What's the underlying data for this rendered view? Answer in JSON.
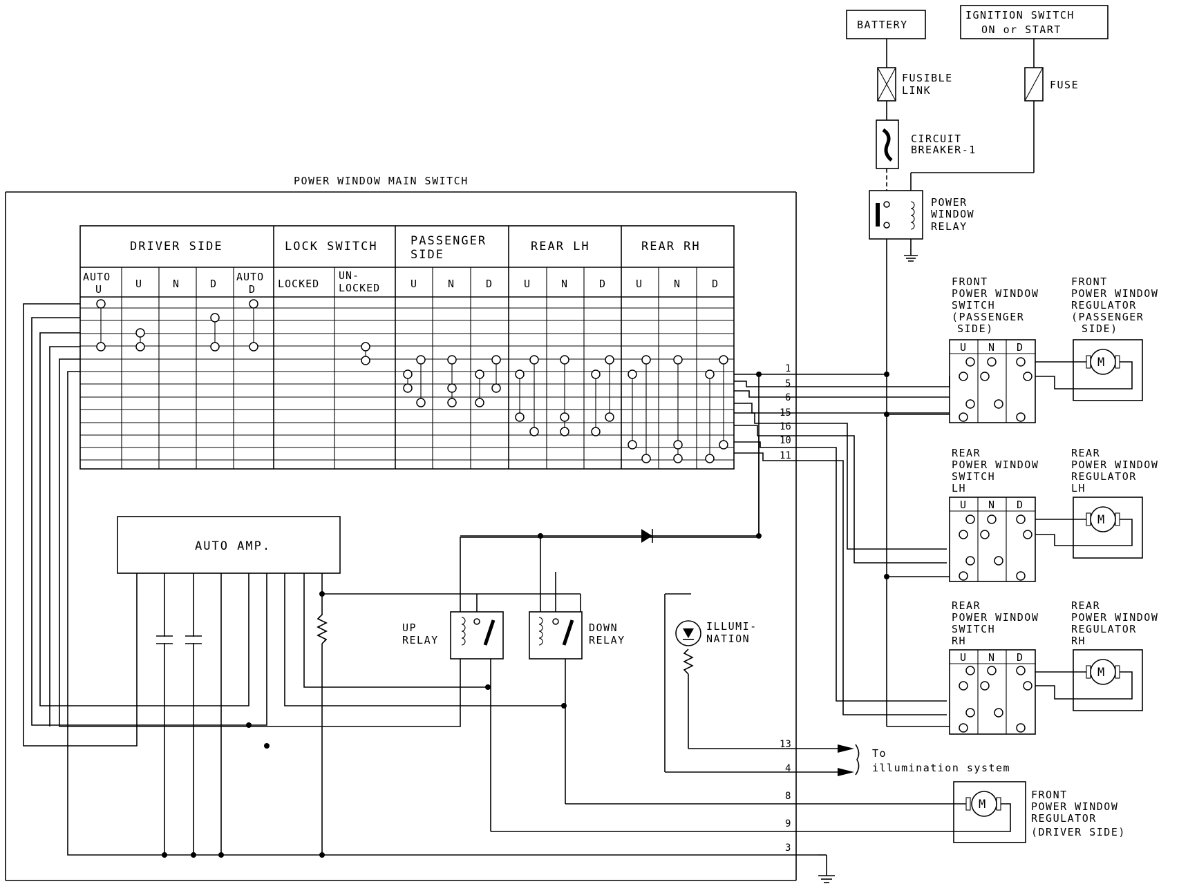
{
  "title": "POWER WINDOW MAIN SWITCH",
  "power": {
    "battery": "BATTERY",
    "ignition_line1": "IGNITION SWITCH",
    "ignition_line2": "ON or START",
    "fusible_link_1": "FUSIBLE",
    "fusible_link_2": "LINK",
    "breaker_1": "CIRCUIT",
    "breaker_2": "BREAKER-1",
    "fuse": "FUSE",
    "relay_1": "POWER",
    "relay_2": "WINDOW",
    "relay_3": "RELAY"
  },
  "table": {
    "groups": [
      "DRIVER SIDE",
      "LOCK SWITCH",
      "PASSENGER",
      "SIDE",
      "REAR LH",
      "REAR RH"
    ],
    "columns": [
      "AUTO",
      "U",
      "U",
      "N",
      "D",
      "AUTO",
      "D",
      "LOCKED",
      "UN-",
      "LOCKED",
      "U",
      "N",
      "D",
      "U",
      "N",
      "D",
      "U",
      "N",
      "D"
    ]
  },
  "pins": [
    "1",
    "5",
    "6",
    "15",
    "16",
    "10",
    "11",
    "13",
    "4",
    "8",
    "9",
    "3"
  ],
  "components": {
    "auto_amp": "AUTO AMP.",
    "up_relay_1": "UP",
    "up_relay_2": "RELAY",
    "down_relay_1": "DOWN",
    "down_relay_2": "RELAY",
    "illum_1": "ILLUMI-",
    "illum_2": "NATION",
    "to_1": "To",
    "to_2": "illumination system",
    "motor": "M"
  },
  "front_pass_switch": [
    "FRONT",
    "POWER WINDOW",
    "SWITCH",
    "(PASSENGER",
    "SIDE)"
  ],
  "front_pass_reg": [
    "FRONT",
    "POWER WINDOW",
    "REGULATOR",
    "(PASSENGER",
    "SIDE)"
  ],
  "rear_lh_switch": [
    "REAR",
    "POWER WINDOW",
    "SWITCH",
    "LH"
  ],
  "rear_lh_reg": [
    "REAR",
    "POWER WINDOW",
    "REGULATOR",
    "LH"
  ],
  "rear_rh_switch": [
    "REAR",
    "POWER WINDOW",
    "SWITCH",
    "RH"
  ],
  "rear_rh_reg": [
    "REAR",
    "POWER WINDOW",
    "REGULATOR",
    "RH"
  ],
  "driver_reg": [
    "FRONT",
    "POWER WINDOW",
    "REGULATOR",
    "(DRIVER SIDE)"
  ],
  "switch_cols": [
    "U",
    "N",
    "D"
  ]
}
